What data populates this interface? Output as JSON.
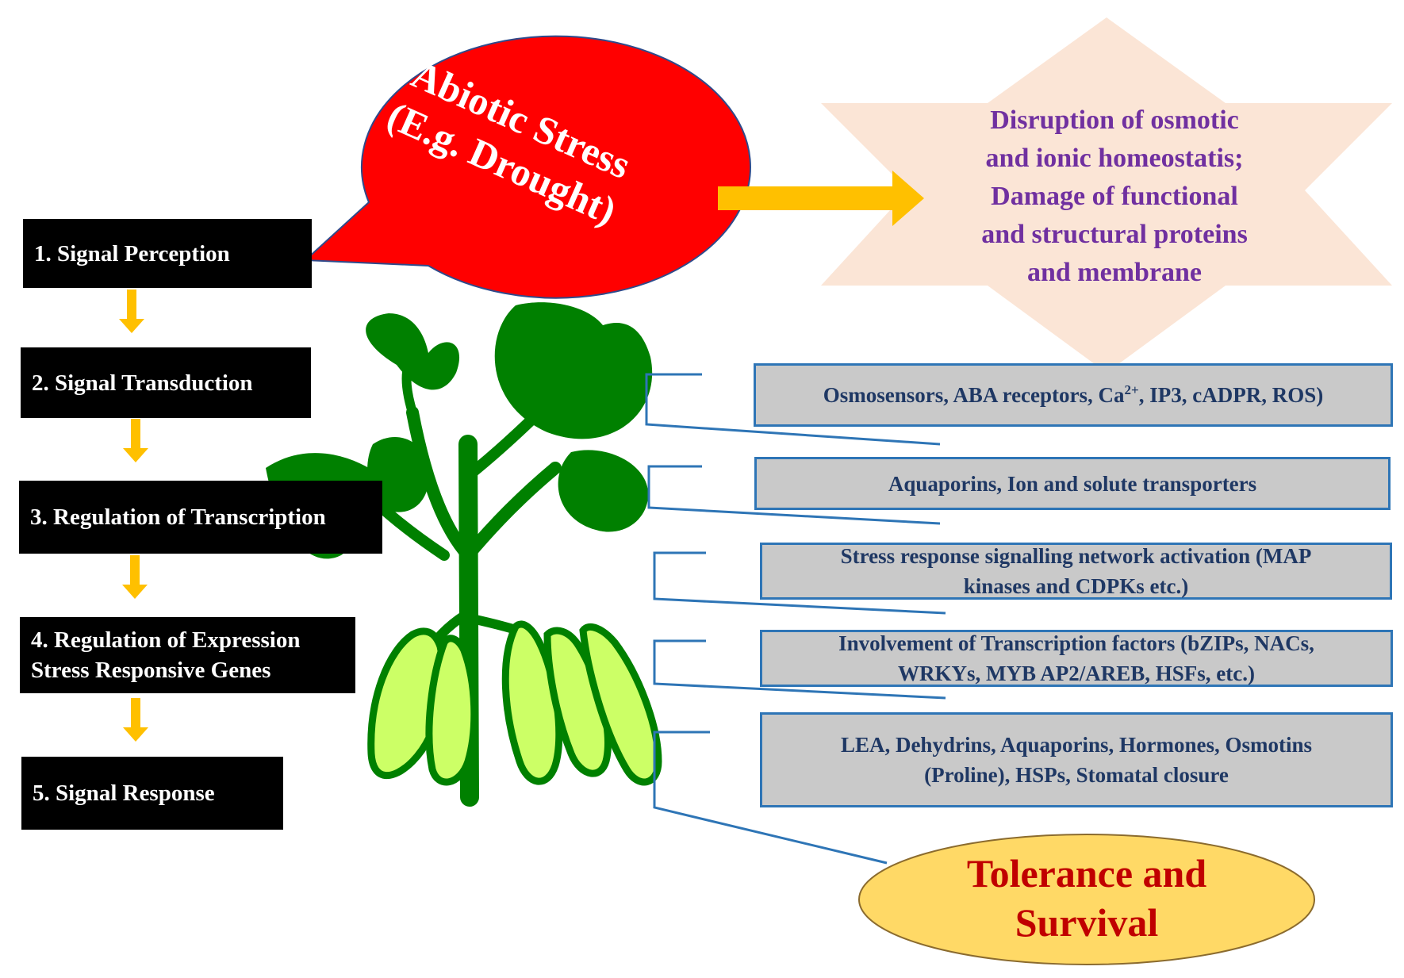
{
  "stress": {
    "line1": "Abiotic Stress",
    "line2": "(E.g. Drought)"
  },
  "effects": {
    "lines": [
      "Disruption of osmotic",
      "and ionic homeostatis;",
      "Damage of functional",
      "and structural proteins",
      "and membrane"
    ]
  },
  "steps": [
    {
      "lines": [
        "1. Signal Perception"
      ]
    },
    {
      "lines": [
        "2. Signal Transduction"
      ]
    },
    {
      "lines": [
        "3. Regulation of Transcription"
      ]
    },
    {
      "lines": [
        "4. Regulation of Expression",
        "Stress Responsive Genes"
      ]
    },
    {
      "lines": [
        "5. Signal Response"
      ]
    }
  ],
  "mechanisms": [
    {
      "part1": "Osmosensors, ABA receptors, Ca",
      "sup": "2+",
      "part2": ", IP3, cADPR, ROS)"
    },
    {
      "lines": [
        "Aquaporins,  Ion and solute transporters"
      ]
    },
    {
      "lines": [
        "Stress response signalling network activation (MAP",
        "kinases and CDPKs etc.)"
      ]
    },
    {
      "lines": [
        "Involvement of Transcription  factors (bZIPs, NACs,",
        "WRKYs, MYB AP2/AREB, HSFs, etc.)"
      ]
    },
    {
      "lines": [
        "LEA, Dehydrins, Aquaporins,  Hormones, Osmotins",
        "(Proline), HSPs, Stomatal closure"
      ]
    }
  ],
  "outcome": {
    "lines": [
      "Tolerance and",
      "Survival"
    ]
  },
  "colors": {
    "stress_bubble": "#ff0000",
    "effects_star": "#fbe5d6",
    "effects_text": "#7030a0",
    "arrow": "#ffc000",
    "plant_leaf": "#008000",
    "pod": "#ccff66",
    "mechanism_box": "#c9c9c9",
    "mechanism_border": "#2e75b6",
    "mechanism_text": "#1f3864",
    "outcome_fill": "#ffd966",
    "outcome_text": "#c00000"
  }
}
